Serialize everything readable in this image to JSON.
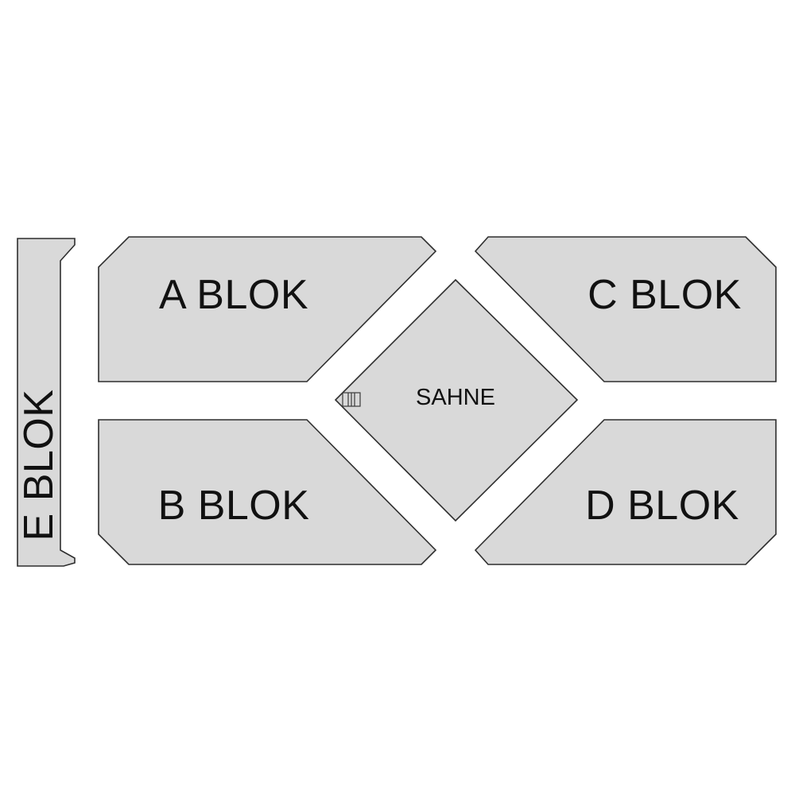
{
  "map": {
    "blocks": {
      "a": {
        "label": "A BLOK"
      },
      "b": {
        "label": "B BLOK"
      },
      "c": {
        "label": "C BLOK"
      },
      "d": {
        "label": "D BLOK"
      },
      "e": {
        "label": "E BLOK"
      }
    },
    "stage": {
      "label": "SAHNE",
      "icon": "speaker-icon"
    },
    "colors": {
      "block_fill": "#d9d9d9",
      "outline": "#2e2e2e",
      "text": "#111111",
      "background": "#ffffff"
    }
  }
}
